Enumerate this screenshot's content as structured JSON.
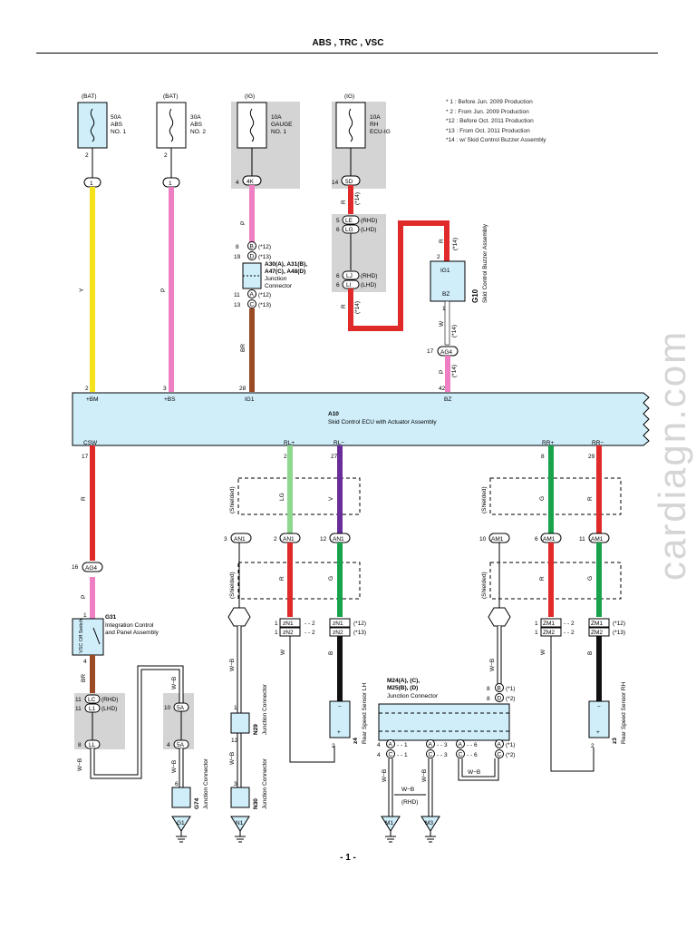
{
  "title": "ABS , TRC , VSC",
  "page_number": "- 1 -",
  "watermark": "cardiagn.com",
  "notes": [
    "* 1 : Before Jun. 2009 Production",
    "* 2 : From Jun. 2009 Production",
    "*12 : Before Oct. 2011 Production",
    "*13 : From Oct. 2011 Production",
    "*14 : w/ Skid Control Buzzer Assembly"
  ],
  "fuses": [
    {
      "source": "(BAT)",
      "amp": "50A",
      "name1": "ABS",
      "name2": "NO. 1",
      "pin": "2",
      "conn": "1"
    },
    {
      "source": "(BAT)",
      "amp": "30A",
      "name1": "ABS",
      "name2": "NO. 2",
      "pin": "2",
      "conn": "1"
    },
    {
      "source": "(IG)",
      "amp": "10A",
      "name1": "GAUGE",
      "name2": "NO. 1",
      "pin": "4",
      "conn": "4K"
    },
    {
      "source": "(IG)",
      "amp": "10A",
      "name1": "RH",
      "name2": "ECU-IG",
      "pin": "14",
      "conn": "5D"
    }
  ],
  "wire_colors": {
    "Y": "#f6e21a",
    "P": "#ee7fc3",
    "BR": "#9a4a24",
    "R": "#e02a2a",
    "LG": "#8dd88d",
    "V": "#6a2c9a",
    "G": "#17a24b",
    "W": "#ffffff",
    "B": "#111111",
    "W-B": "#ffffff"
  },
  "junction_a30": {
    "line1": "A30(A), A31(B),",
    "line2": "A47(C), A48(D)",
    "sub1": "Junction",
    "sub2": "Connector",
    "pins": [
      "8",
      "19",
      "11",
      "13"
    ],
    "conns": [
      "B",
      "D",
      "A",
      "C"
    ],
    "notes": [
      "(*12)",
      "(*13)",
      "(*12)",
      "(*13)"
    ]
  },
  "buzzer": {
    "id": "G10",
    "name": "Skid Control Buzzer Assembly",
    "pin_top": "2",
    "pin_bottom": "1",
    "t1": "IG1",
    "t2": "BZ",
    "note": "(*14)"
  },
  "ecu": {
    "id": "A10",
    "name": "Skid Control ECU with Actuator Assembly",
    "top_terms": [
      {
        "name": "+BM",
        "pin": "2"
      },
      {
        "name": "+BS",
        "pin": "3"
      },
      {
        "name": "IG1",
        "pin": "28"
      },
      {
        "name": "BZ",
        "pin": "42"
      }
    ],
    "bottom_terms": [
      {
        "name": "CSW",
        "pin": "17"
      },
      {
        "name": "RL+",
        "pin": "2"
      },
      {
        "name": "RL−",
        "pin": "27"
      },
      {
        "name": "RR+",
        "pin": "8"
      },
      {
        "name": "RR−",
        "pin": "29"
      }
    ]
  },
  "rhd_lhd": {
    "rhd": "(RHD)",
    "lhd": "(LHD)"
  },
  "connectors": {
    "ag4": "AG4",
    "an1": "AN1",
    "am1": "AM1",
    "zn1": "zN1",
    "zn2": "zN2",
    "zm1": "ZM1",
    "zm2": "ZM2",
    "le": "LE",
    "lg": "LG",
    "lj": "LJ",
    "li": "LI",
    "lc": "LC",
    "l1": "L1",
    "ll": "LL",
    "fa": "5A",
    "a": "A",
    "c": "C",
    "b": "B",
    "d": "D"
  },
  "shielded": "(Shielded)",
  "g31": {
    "id": "G31",
    "name1": "Integration Control",
    "name2": "and Panel Assembly",
    "switch": "VSC Off Switch"
  },
  "g74": {
    "id": "G74",
    "name": "Junction Connector"
  },
  "n29": {
    "id": "N29",
    "name": "Junction Connector"
  },
  "n30": {
    "id": "N30",
    "name": "Junction Connector"
  },
  "m24": {
    "line1": "M24(A), (C),",
    "line2": "M25(B), (D)",
    "sub": "Junction Connector"
  },
  "sensor_lh": {
    "id": "z4",
    "name": "Rear Speed Sensor LH"
  },
  "sensor_rh": {
    "id": "z3",
    "name": "Rear Speed Sensor RH"
  },
  "grounds": [
    "G1",
    "N1",
    "M1",
    "M3"
  ]
}
